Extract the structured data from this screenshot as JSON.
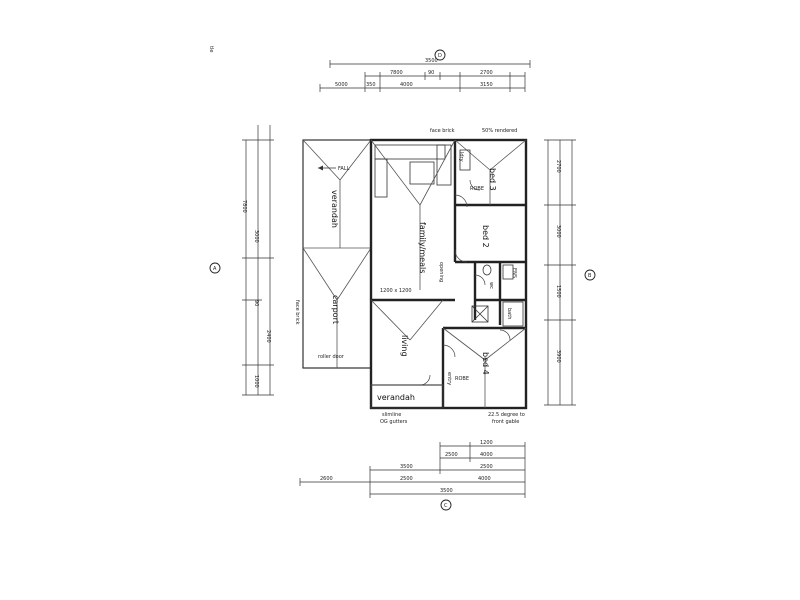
{
  "page": {
    "corner_note": "tle"
  },
  "rooms": {
    "family_meals": "family/meals",
    "bed_2": "bed 2",
    "bed_3": "bed 3",
    "bed_4": "bed 4",
    "living": "living",
    "verandah_front": "verandah",
    "verandah_side": "verandah",
    "carport": "carport",
    "entry": "entry",
    "wc": "wc",
    "bath": "bath",
    "ldry": "ldry",
    "fall": "FALL"
  },
  "notes": {
    "window_top": "1200 x 1200",
    "opening_top": "opening",
    "robe_bed4": "ROBE",
    "robe_bed3": "ROBE",
    "ensuite": "ENS",
    "lower_left": "slimline",
    "lower_left_2": "OG gutters",
    "lower_right": "22.5 degree to",
    "lower_right_2": "front gable",
    "roller_door": "roller door",
    "side_note": "face brick",
    "top_note": "face brick",
    "top_note_2": "50% rendered"
  },
  "dims": {
    "top_overall": "3500",
    "top_a": "7800",
    "top_b": "90",
    "top_c": "2700",
    "top_d": "5000",
    "top_e": "350",
    "top_f": "4000",
    "top_g": "3150",
    "left_a": "7800",
    "left_b": "3000",
    "left_c": "90",
    "left_d": "2400",
    "left_e": "1000",
    "right_a": "2700",
    "right_b": "3000",
    "right_c": "1500",
    "right_d": "3900",
    "bottom_a": "3500",
    "bottom_b": "2500",
    "bottom_c": "1200",
    "bottom_d": "2500",
    "bottom_e": "4000",
    "bottom_f": "2600",
    "bottom_overall": "3500"
  },
  "markers": {
    "top": "D",
    "bottom": "C",
    "left": "A",
    "right": "B"
  }
}
